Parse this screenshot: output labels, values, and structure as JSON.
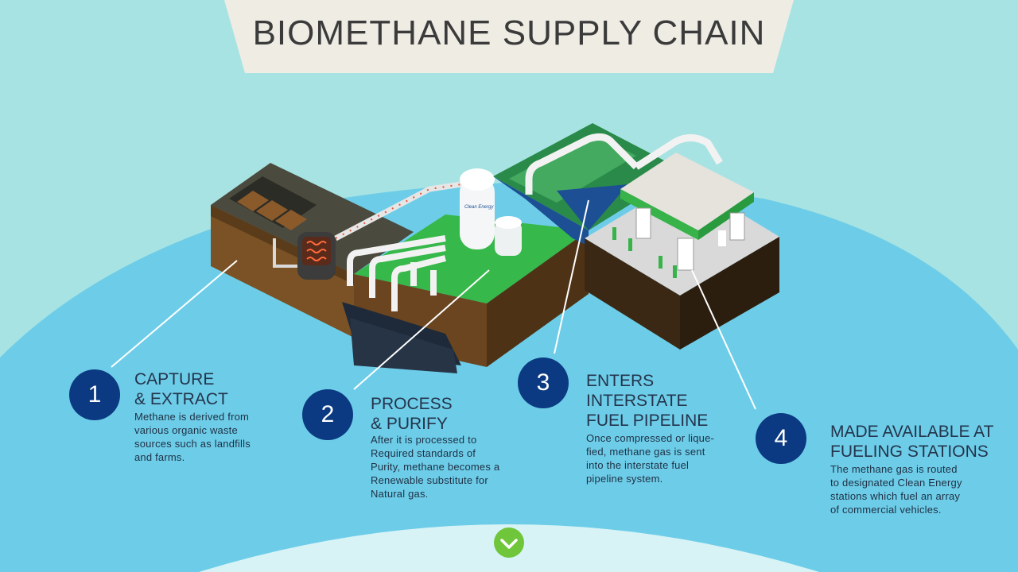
{
  "title": "BIOMETHANE SUPPLY CHAIN",
  "brand": "Clean Energy",
  "steps": [
    {
      "number": "1",
      "title_line1": "CAPTURE",
      "title_line2": "& EXTRACT",
      "desc": [
        "Methane is derived from",
        "various organic waste",
        "sources such as landfills",
        "and farms."
      ]
    },
    {
      "number": "2",
      "title_line1": "PROCESS",
      "title_line2": "& PURIFY",
      "desc": [
        "After it is processed to",
        "Required standards of",
        "Purity, methane becomes a",
        "Renewable substitute for",
        "Natural gas."
      ]
    },
    {
      "number": "3",
      "title_line1": "ENTERS",
      "title_line2": "INTERSTATE",
      "title_line3": "FUEL PIPELINE",
      "desc": [
        "Once compressed or lique-",
        "fied, methane gas is sent",
        "into the interstate fuel",
        "pipeline system."
      ]
    },
    {
      "number": "4",
      "title_line1": "MADE AVAILABLE AT",
      "title_line2": "FUELING STATIONS",
      "desc": [
        "The methane gas is routed",
        "to designated Clean Energy",
        "stations which fuel an array",
        "of commercial vehicles."
      ]
    }
  ],
  "colors": {
    "background": "#a8e3e3",
    "blue_field": "#6dcde8",
    "step_circle": "#0b3a82",
    "grass": "#36b84a",
    "soil": "#7a5226",
    "water": "#1d4f94",
    "check": "#6fc63a"
  },
  "icons": {
    "next": "check-icon"
  }
}
